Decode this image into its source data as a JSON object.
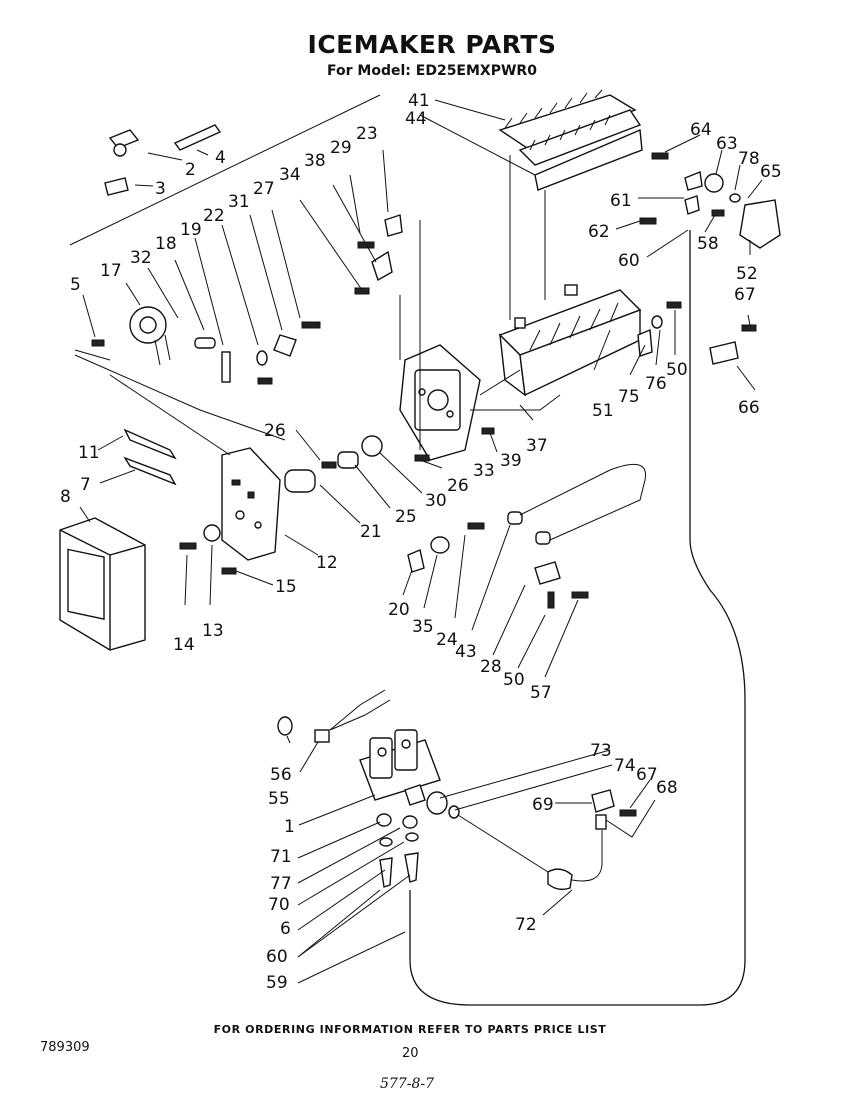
{
  "title": "ICEMAKER PARTS",
  "subtitle": "For Model: ED25EMXPWR0",
  "footer_note": "FOR ORDERING INFORMATION REFER TO PARTS PRICE LIST",
  "doc_number": "789309",
  "page_number": "20",
  "handwritten_mark": "577-8-7",
  "callouts": {
    "c1": "1",
    "c2": "2",
    "c3": "3",
    "c4": "4",
    "c5": "5",
    "c6": "6",
    "c7": "7",
    "c8": "8",
    "c11": "11",
    "c12": "12",
    "c13": "13",
    "c14": "14",
    "c15": "15",
    "c17": "17",
    "c18": "18",
    "c19": "19",
    "c20": "20",
    "c21": "21",
    "c22": "22",
    "c23": "23",
    "c24": "24",
    "c25": "25",
    "c26a": "26",
    "c26b": "26",
    "c27": "27",
    "c28": "28",
    "c29": "29",
    "c30": "30",
    "c31": "31",
    "c32": "32",
    "c33": "33",
    "c34": "34",
    "c35": "35",
    "c37": "37",
    "c38": "38",
    "c39": "39",
    "c41": "41",
    "c43": "43",
    "c44": "44",
    "c50a": "50",
    "c50b": "50",
    "c51": "51",
    "c52": "52",
    "c55": "55",
    "c56": "56",
    "c57": "57",
    "c58": "58",
    "c59": "59",
    "c60a": "60",
    "c60b": "60",
    "c61": "61",
    "c62": "62",
    "c63": "63",
    "c64": "64",
    "c65": "65",
    "c66": "66",
    "c67a": "67",
    "c67b": "67",
    "c68": "68",
    "c69": "69",
    "c70": "70",
    "c71": "71",
    "c72": "72",
    "c73": "73",
    "c74": "74",
    "c75": "75",
    "c76": "76",
    "c77": "77",
    "c78": "78"
  }
}
